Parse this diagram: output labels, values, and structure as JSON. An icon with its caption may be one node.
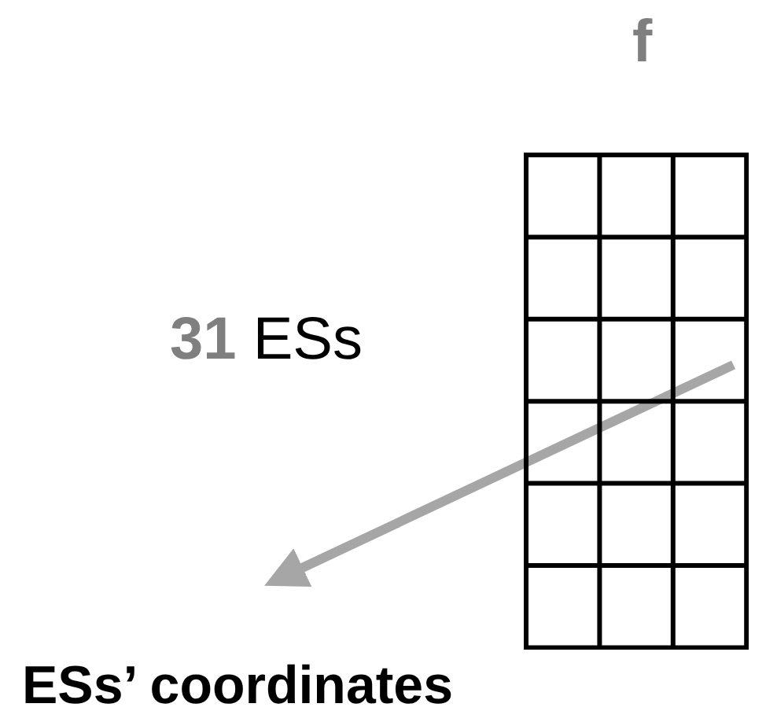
{
  "diagram": {
    "nodes": [
      {
        "text": [],
        "shape": "box"
      },
      {
        "text": [
          "ESs’ coordinates"
        ]
      }
    ],
    "edges": [
      {
        "from": 0,
        "to": 1,
        "arrow": "to"
      }
    ],
    "labels": [
      "f",
      "**31** ESs"
    ]
  }
}
